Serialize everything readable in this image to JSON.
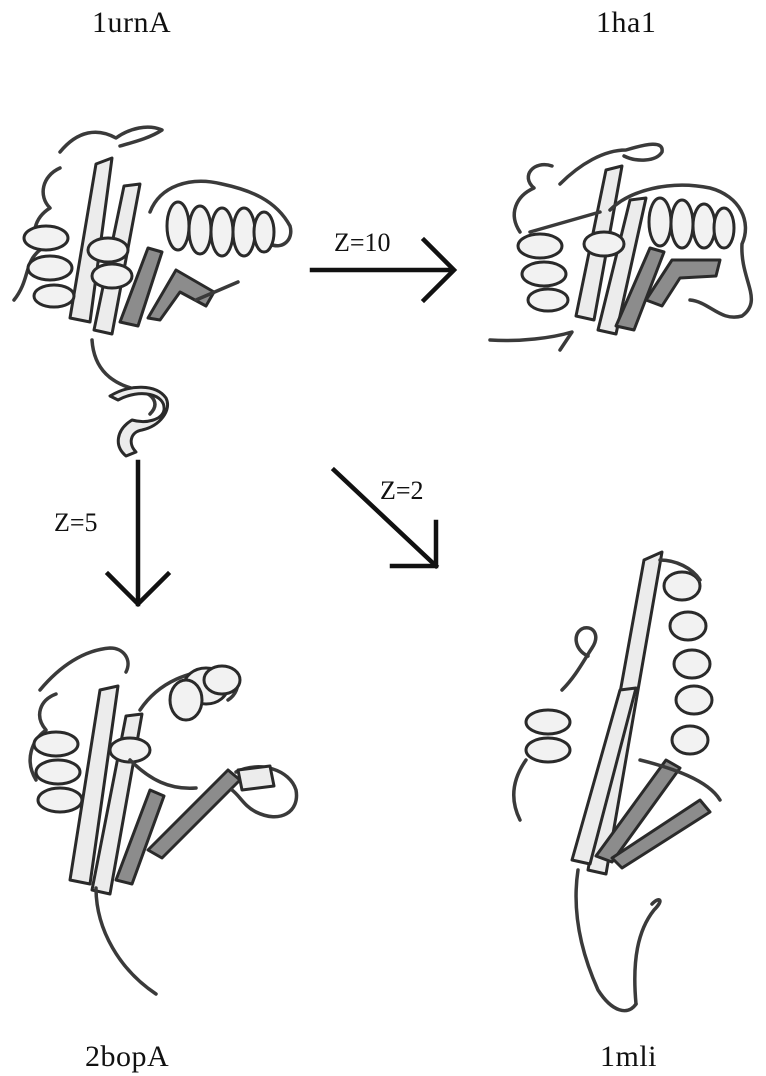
{
  "proteins": {
    "top_left": "1urnA",
    "top_right": "1ha1",
    "bottom_left": "2bopA",
    "bottom_right": "1mli"
  },
  "comparisons": [
    {
      "from": "1urnA",
      "to": "1ha1",
      "label": "Z=10"
    },
    {
      "from": "1urnA",
      "to": "2bopA",
      "label": "Z=5"
    },
    {
      "from": "1urnA",
      "to": "1mli",
      "label": "Z=2"
    }
  ],
  "colors": {
    "ink": "#111111",
    "ribbon_fill": "#ececec",
    "strand_shade": "#8c8c8c"
  }
}
